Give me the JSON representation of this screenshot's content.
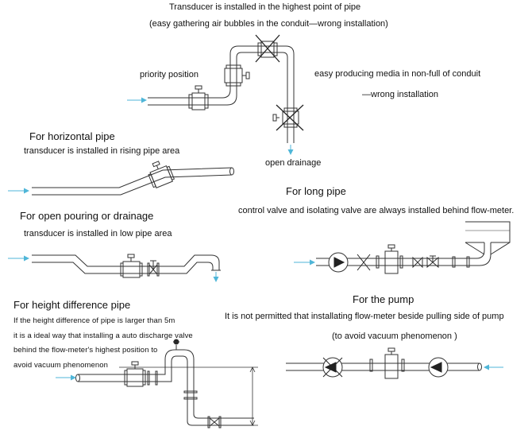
{
  "top": {
    "title": "Transducer is installed in the highest point of pipe",
    "subtitle": "(easy gathering air bubbles in the conduit—wrong installation)",
    "priority_label": "priority position",
    "nonfull_line1": "easy  producing media in non-full of conduit",
    "nonfull_line2": "—wrong installation",
    "drain_label": "open drainage"
  },
  "horizontal": {
    "heading": "For horizontal pipe",
    "note": "transducer is installed in rising pipe area"
  },
  "open_pouring": {
    "heading": "For open pouring or drainage",
    "note": "transducer is installed in low pipe area"
  },
  "height_diff": {
    "heading": "For height difference pipe",
    "lines": [
      "If the height difference of pipe is larger than 5m",
      "it is a ideal way that installing a auto discharge valve",
      "behind the flow-meter's highest position to",
      "avoid vacuum phenomenon"
    ]
  },
  "long_pipe": {
    "heading": "For long pipe",
    "note": "control valve and isolating valve are always installed behind flow-meter."
  },
  "pump": {
    "heading": "For the pump",
    "note": "It is not permitted that installating flow-meter beside pulling side of pump",
    "note2": "(to avoid vacuum phenomenon )"
  },
  "colors": {
    "line": "#333333",
    "arrow": "#4fb6d8",
    "wrong": "#222222"
  }
}
